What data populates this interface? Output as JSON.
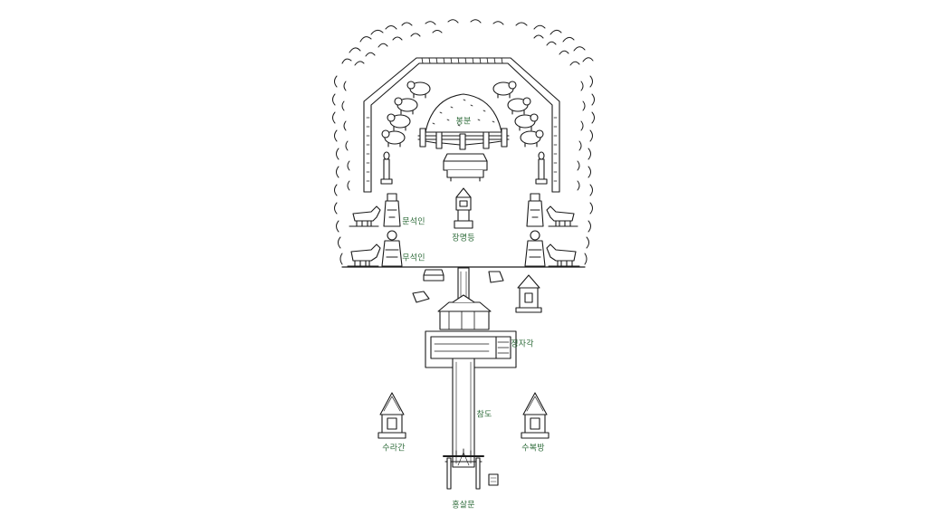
{
  "colors": {
    "ink": "#1a1a1a",
    "label": "#2e6b3a",
    "background": "#ffffff",
    "stone": "#f4f4f4"
  },
  "labels": {
    "bongbun": "봉분",
    "munseogin": "문석인",
    "jangmyeongdeung": "장명등",
    "museogin": "무석인",
    "jeongjagak": "정자각",
    "chamdo": "참도",
    "suragan": "수라간",
    "subokbang": "수복방",
    "hongsalmun": "홍살문"
  }
}
